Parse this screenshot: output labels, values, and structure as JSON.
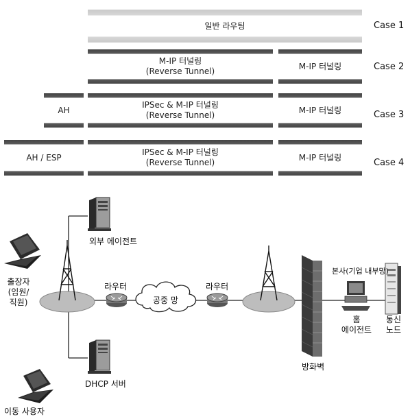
{
  "cases": [
    {
      "label": "Case 1",
      "segments": [
        {
          "lines": [
            "일반 라우팅"
          ]
        }
      ]
    },
    {
      "label": "Case 2",
      "segments": [
        {
          "lines": [
            "M-IP 터널링",
            "(Reverse Tunnel)"
          ]
        },
        {
          "lines": [
            "M-IP 터널링"
          ]
        }
      ]
    },
    {
      "label": "Case 3",
      "segments": [
        {
          "lines": [
            "AH"
          ]
        },
        {
          "lines": [
            "IPSec & M-IP 터널링",
            "(Reverse Tunnel)"
          ]
        },
        {
          "lines": [
            "M-IP 터널링"
          ]
        }
      ]
    },
    {
      "label": "Case 4",
      "segments": [
        {
          "lines": [
            "AH / ESP"
          ]
        },
        {
          "lines": [
            "IPSec & M-IP 터널링",
            "(Reverse Tunnel)"
          ]
        },
        {
          "lines": [
            "M-IP 터널링"
          ]
        }
      ]
    }
  ],
  "network": {
    "foreign_agent": "외부 에이전트",
    "business_traveler": [
      "출장자",
      "(임원/",
      "직원)"
    ],
    "router_left": "라우터",
    "public_network": "공중 망",
    "router_right": "라우터",
    "dhcp_server": "DHCP 서버",
    "mobile_user": "이동 사용자",
    "firewall": "방화벽",
    "headquarters": "본사(기업 내부망)",
    "home_agent": [
      "홈",
      "에이전트"
    ],
    "correspondent_node": [
      "통신",
      "노드"
    ]
  }
}
